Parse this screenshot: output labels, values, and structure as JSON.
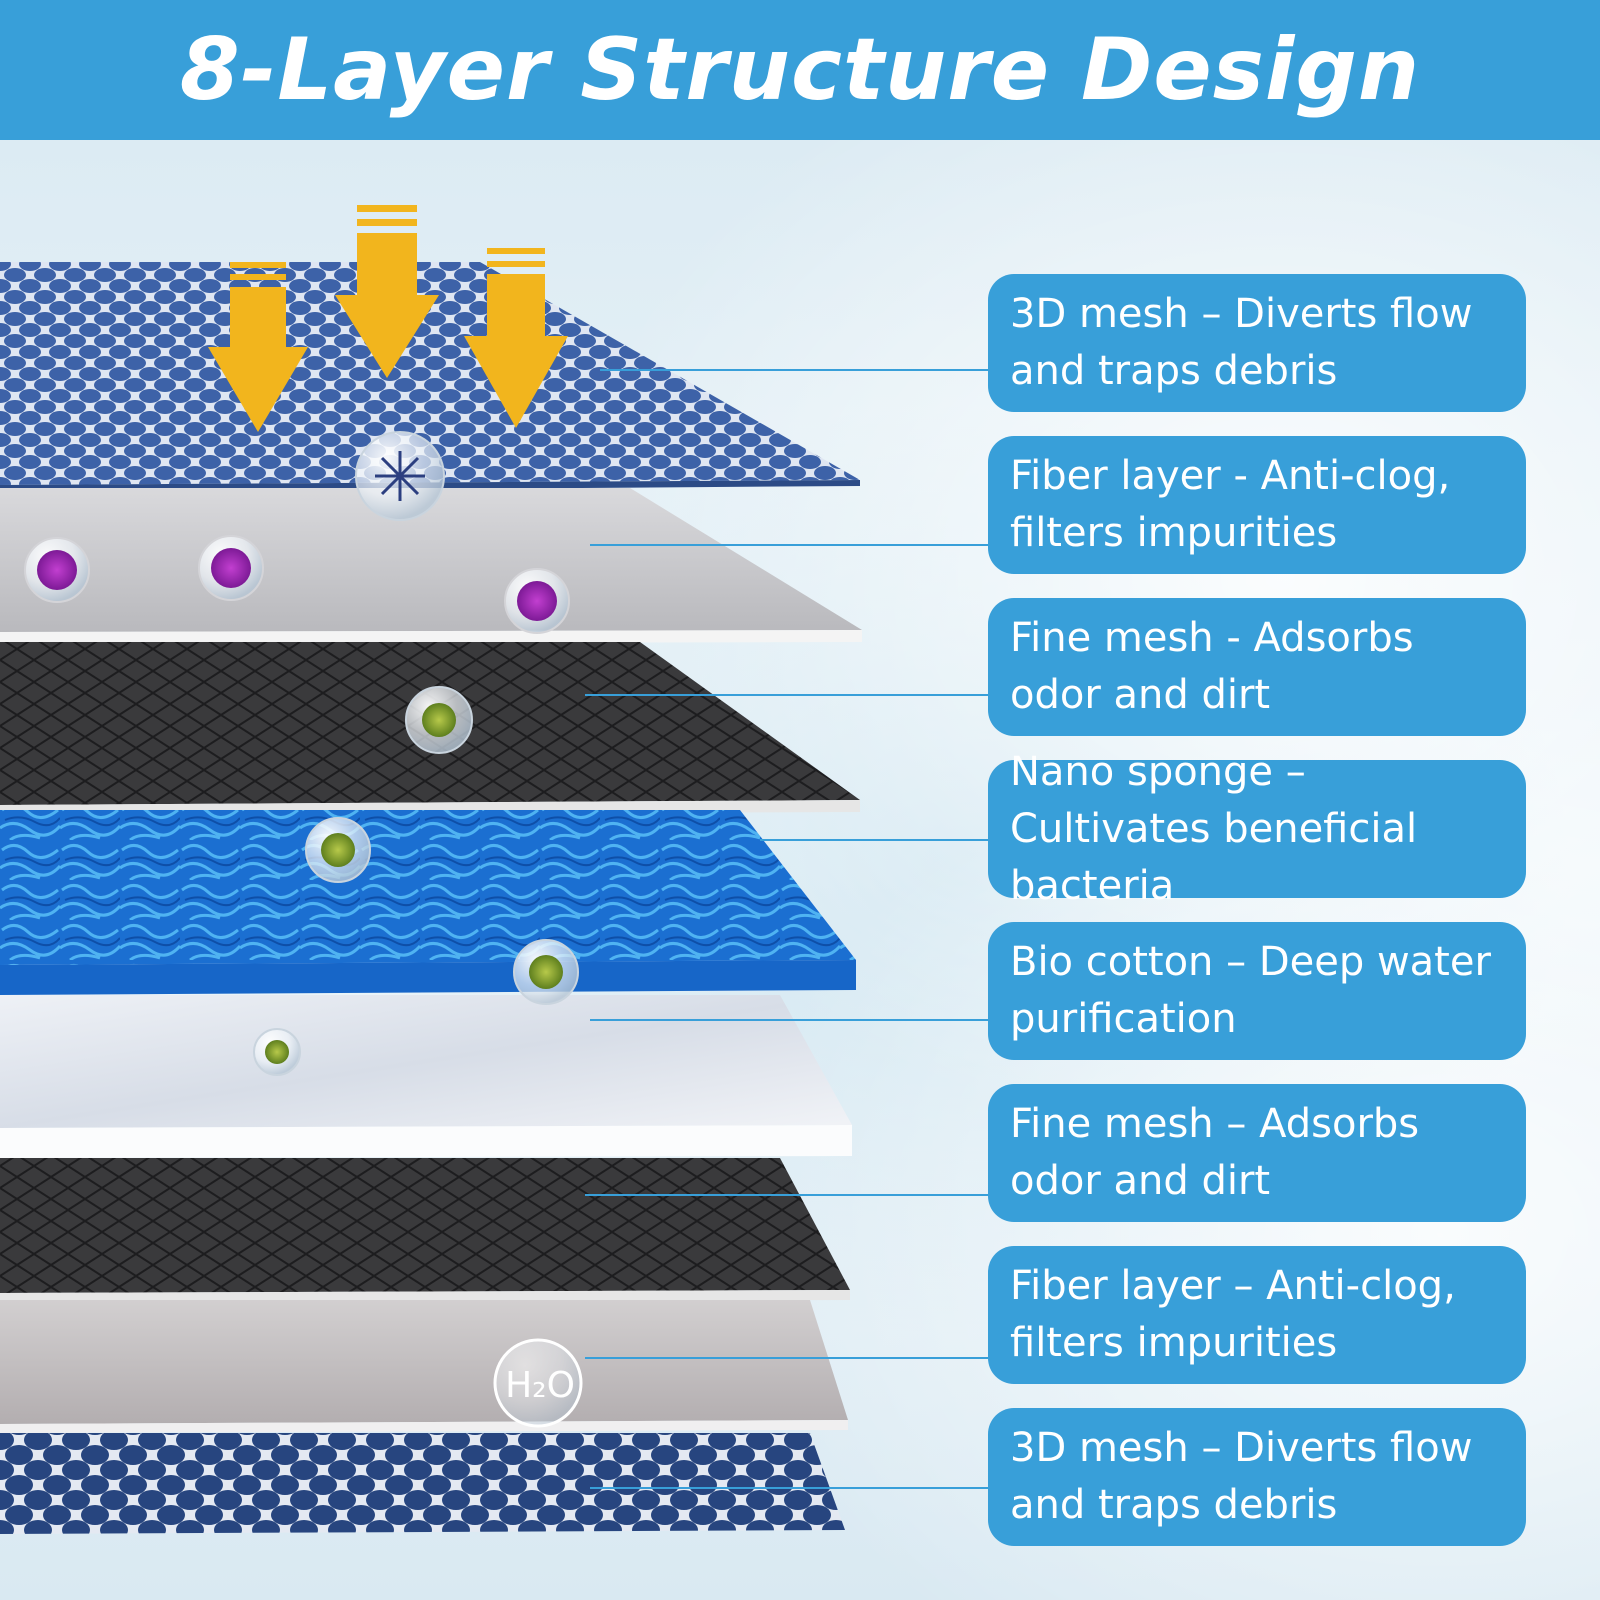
{
  "title": "8-Layer Structure Design",
  "layers": [
    {
      "label": "3D mesh – Diverts flow and traps debris",
      "pattern": "dot-mesh",
      "color": "#3d62a8"
    },
    {
      "label": "Fiber layer - Anti-clog, filters impurities",
      "pattern": "fiber",
      "color": "#c9c9cc"
    },
    {
      "label": "Fine mesh - Adsorbs odor and dirt",
      "pattern": "diamond-mesh",
      "color": "#3a3a3c"
    },
    {
      "label": "Nano sponge – Cultivates beneficial bacteria",
      "pattern": "sponge",
      "color": "#1b6fd1"
    },
    {
      "label": "Bio cotton – Deep water purification",
      "pattern": "cotton",
      "color": "#e6eaf0"
    },
    {
      "label": "Fine mesh – Adsorbs odor and dirt",
      "pattern": "diamond-mesh",
      "color": "#3a3a3c"
    },
    {
      "label": "Fiber layer – Anti-clog, filters impurities",
      "pattern": "fiber",
      "color": "#bdbabb"
    },
    {
      "label": "3D mesh – Diverts flow and traps debris",
      "pattern": "hex-mesh",
      "color": "#27457f"
    }
  ],
  "bubble_text": "H₂O",
  "accent_color": "#389fd9",
  "arrow_color": "#f2b51d"
}
